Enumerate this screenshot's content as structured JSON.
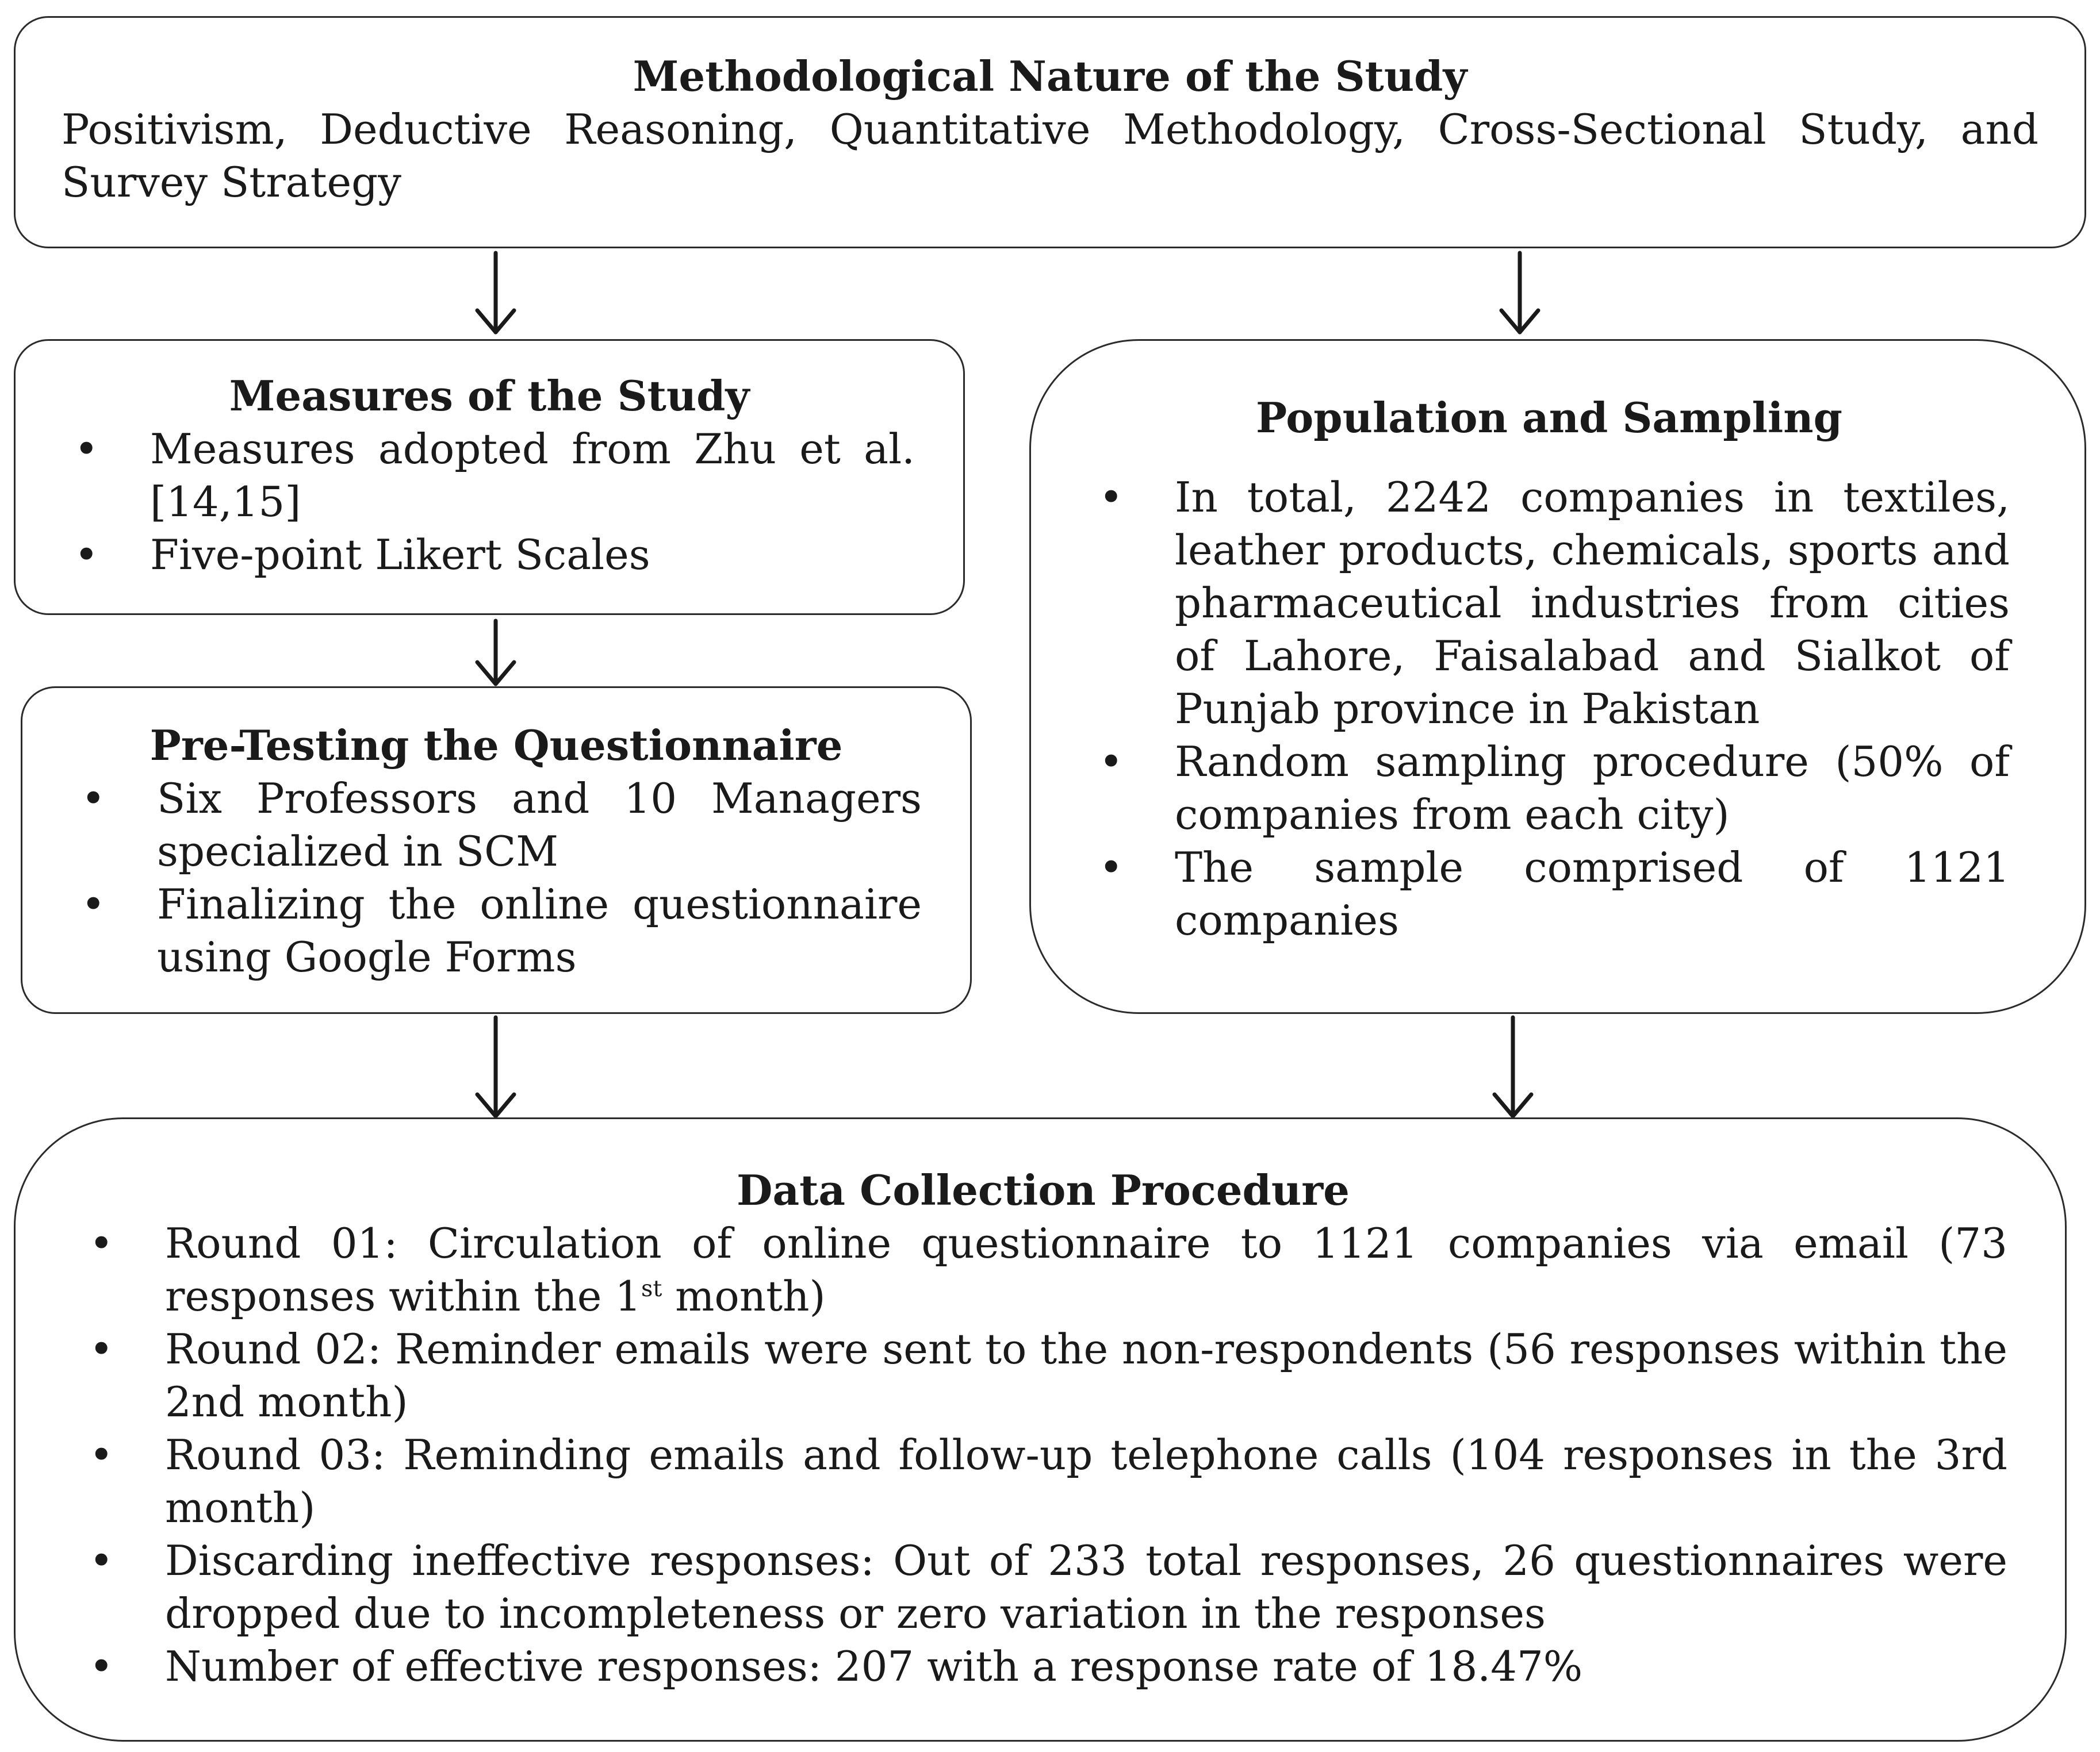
{
  "nature": {
    "title": "Methodological Nature of the Study",
    "text": "Positivism, Deductive Reasoning, Quantitative Methodology, Cross-Sectional Study, and Survey Strategy"
  },
  "measures": {
    "title": "Measures of the Study",
    "items": [
      "Measures adopted from Zhu et al. [14,15]",
      "Five-point Likert Scales"
    ]
  },
  "pretesting": {
    "title": "Pre-Testing the Questionnaire",
    "items": [
      "Six Professors and 10 Managers specialized in SCM",
      "Finalizing the online questionnaire using Google Forms"
    ]
  },
  "population": {
    "title": "Population and Sampling",
    "items": [
      "In total, 2242 companies in textiles, leather products, chemicals, sports and pharmaceutical industries from cities of Lahore, Faisalabad and Sialkot of Punjab province in Pakistan",
      "Random sampling procedure (50% of companies from each city)",
      "The sample comprised of 1121 companies"
    ]
  },
  "collection": {
    "title": "Data Collection Procedure",
    "round1_before": "Round 01: Circulation of online questionnaire to 1121 companies via email (73 responses within the 1",
    "round1_sup": "st",
    "round1_after": " month)",
    "items": [
      "Round 02: Reminder emails were sent to the non-respondents (56 responses within the 2nd month)",
      "Round 03: Reminding emails and follow-up telephone calls (104 responses in the 3rd month)",
      "Discarding ineffective responses: Out of 233 total responses, 26 questionnaires were dropped due to incompleteness or zero variation in the responses",
      "Number of effective responses: 207 with a response rate of 18.47%"
    ]
  },
  "bullet_symbol": "•"
}
